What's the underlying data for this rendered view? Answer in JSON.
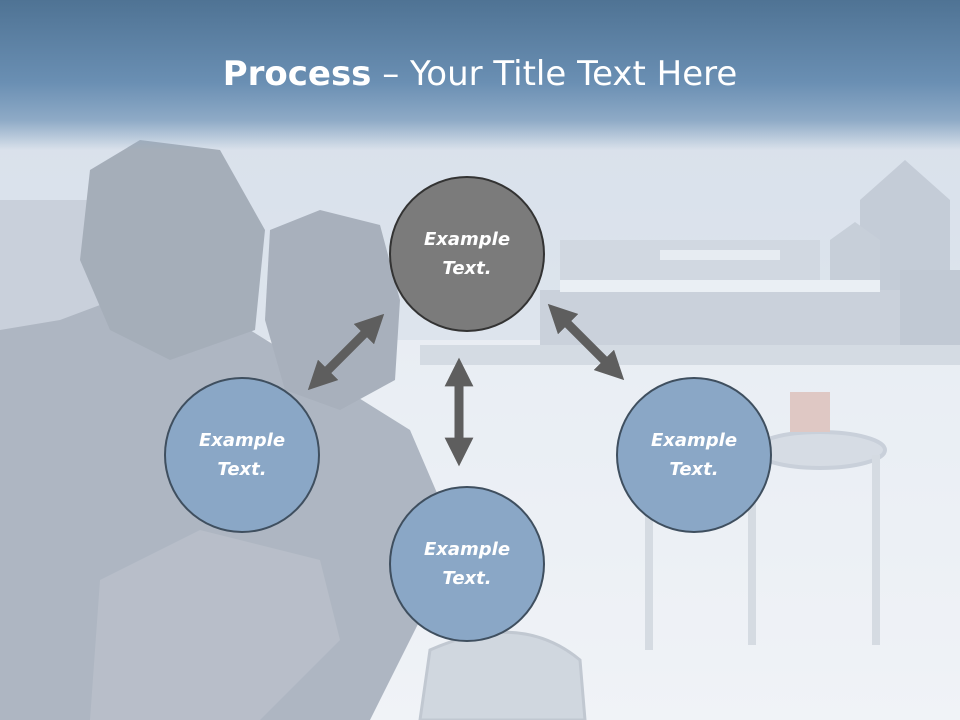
{
  "slide": {
    "title_bold": "Process",
    "title_rest": " – Your Title Text Here",
    "nodes": {
      "top": {
        "line1": "Example",
        "line2": "Text."
      },
      "left": {
        "line1": "Example",
        "line2": "Text."
      },
      "right": {
        "line1": "Example",
        "line2": "Text."
      },
      "bottom": {
        "line1": "Example",
        "line2": "Text."
      }
    }
  },
  "colors": {
    "header": "#5f86ab",
    "top_node": "#7b7b7b",
    "blue_node": "#8aa7c6",
    "arrow": "#5e5e5e"
  }
}
